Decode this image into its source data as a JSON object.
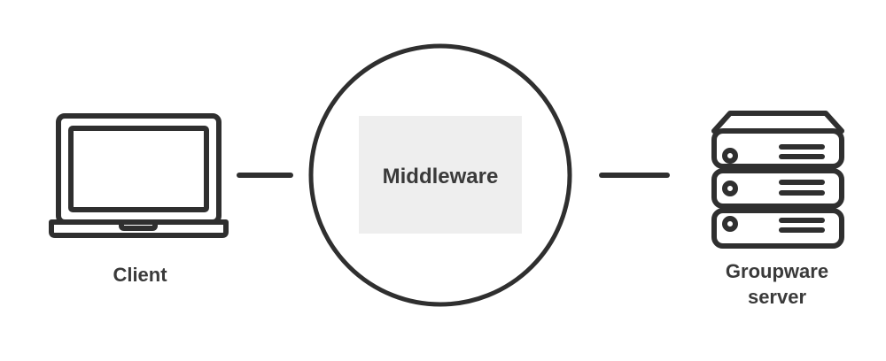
{
  "diagram": {
    "client_label": "Client",
    "middleware_label": "Middleware",
    "server_label_line1": "Groupware",
    "server_label_line2": "server",
    "colors": {
      "stroke": "#2f2f2f",
      "text": "#3a3a3a",
      "box_fill": "#eeeeee",
      "background": "#ffffff"
    },
    "icons": [
      "laptop-icon",
      "server-stack-icon"
    ]
  }
}
